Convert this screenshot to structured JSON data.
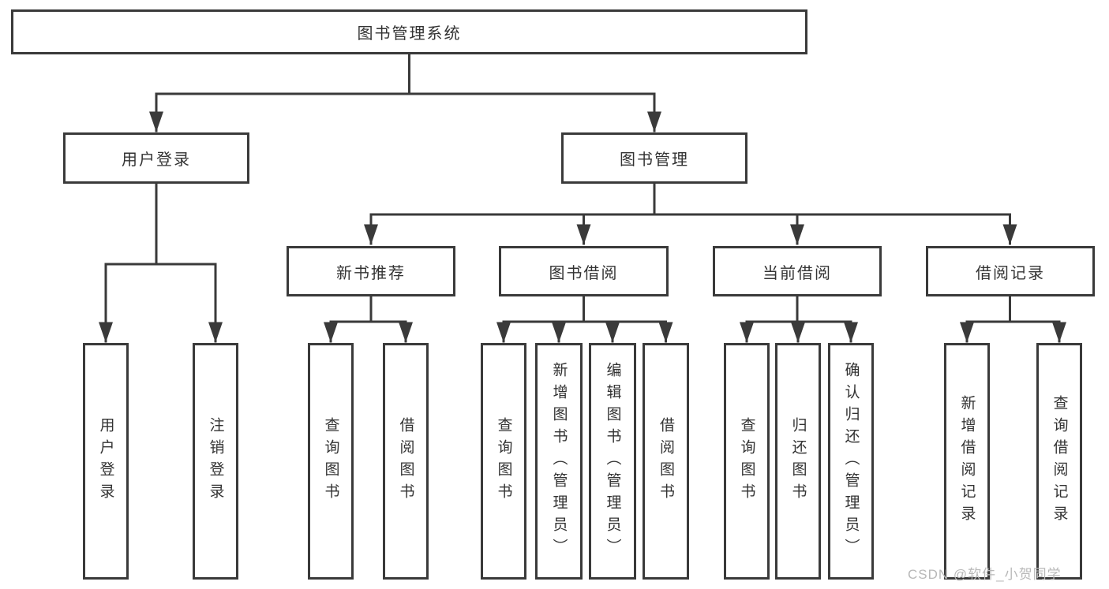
{
  "diagram": {
    "title": "图书管理系统",
    "tree": {
      "label": "图书管理系统",
      "children": [
        {
          "label": "用户登录",
          "children": [
            {
              "label": "用户登录"
            },
            {
              "label": "注销登录"
            }
          ]
        },
        {
          "label": "图书管理",
          "children": [
            {
              "label": "新书推荐",
              "children": [
                {
                  "label": "查询图书"
                },
                {
                  "label": "借阅图书"
                }
              ]
            },
            {
              "label": "图书借阅",
              "children": [
                {
                  "label": "查询图书"
                },
                {
                  "label": "新增图书（管理员）"
                },
                {
                  "label": "编辑图书（管理员）"
                },
                {
                  "label": "借阅图书"
                }
              ]
            },
            {
              "label": "当前借阅",
              "children": [
                {
                  "label": "查询图书"
                },
                {
                  "label": "归还图书"
                },
                {
                  "label": "确认归还（管理员）"
                }
              ]
            },
            {
              "label": "借阅记录",
              "children": [
                {
                  "label": "新增借阅记录"
                },
                {
                  "label": "查询借阅记录"
                }
              ]
            }
          ]
        }
      ]
    }
  },
  "watermark": {
    "text": "CSDN @软件_小贺同学"
  },
  "colors": {
    "stroke": "#3a3a3a",
    "text": "#333333",
    "watermark_color": "#b8b8b8",
    "background": "#ffffff"
  }
}
